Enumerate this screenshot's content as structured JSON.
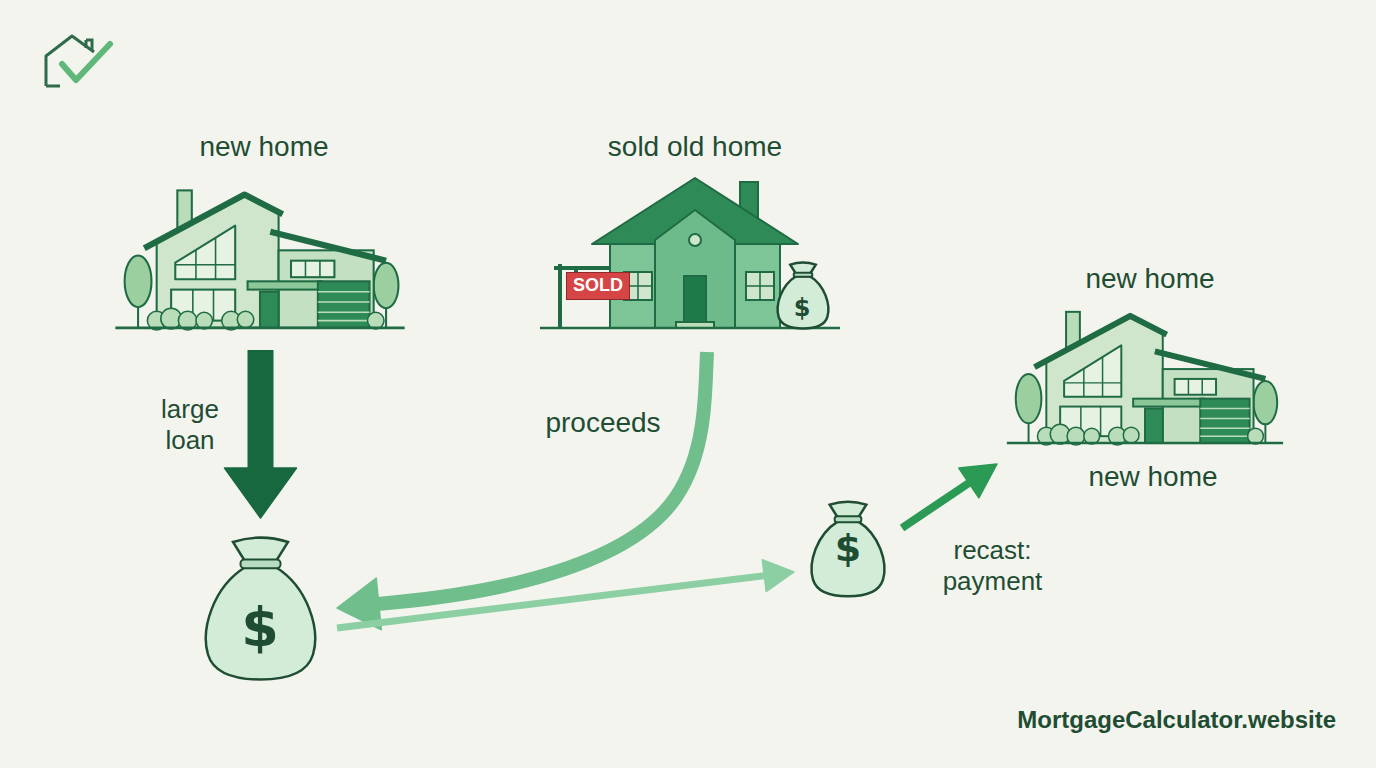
{
  "diagram": {
    "nodes": [
      {
        "text": [
          "new home"
        ]
      },
      {
        "text": [
          "sold old home",
          "SOLD",
          "$"
        ]
      },
      {
        "text": [
          "new home",
          "new home"
        ]
      },
      {
        "text": [
          "$"
        ]
      },
      {
        "text": [
          "$"
        ]
      }
    ],
    "edges": [
      {
        "from": 0,
        "to": 3,
        "arrow": "to",
        "label": "large loan"
      },
      {
        "from": 1,
        "to": 3,
        "arrow": "to",
        "label": "proceeds"
      },
      {
        "from": 3,
        "to": 4,
        "arrow": "to"
      },
      {
        "from": 4,
        "to": 2,
        "arrow": "to",
        "label": "recast: payment"
      }
    ],
    "labels": [
      "MortgageCalculator.website"
    ]
  }
}
